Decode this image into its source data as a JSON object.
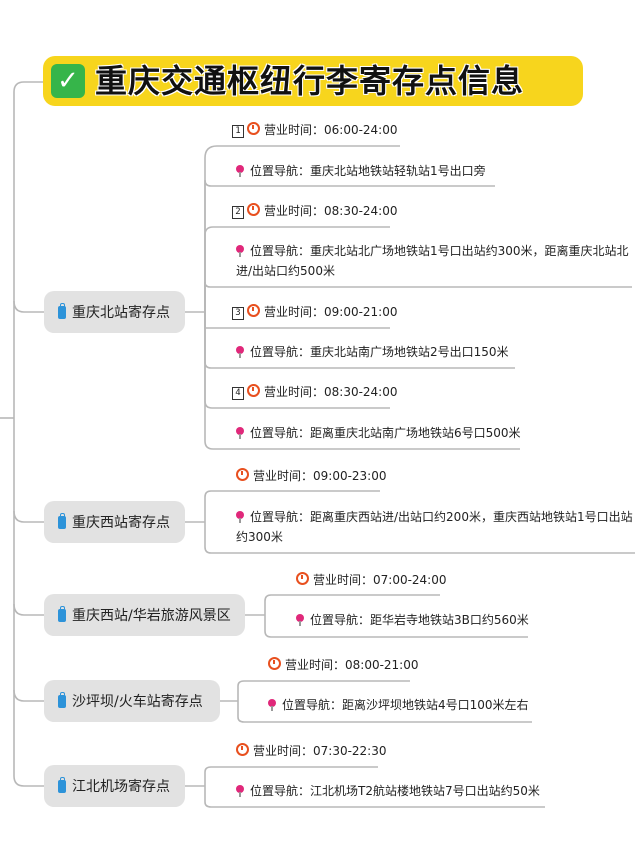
{
  "title": "重庆交通枢纽行李寄存点信息",
  "icons": {
    "title": "check-icon",
    "node": "luggage-icon",
    "hours": "alarm-clock-icon",
    "location": "pin-icon"
  },
  "colors": {
    "title_bg": "#f7d51d",
    "check": "#36b54a",
    "node_bg": "#e2e2e2",
    "clock": "#e8501f",
    "pin": "#e0287a",
    "bag": "#2d93d9"
  },
  "nodes": [
    {
      "label": "重庆北站寄存点"
    },
    {
      "label": "重庆西站寄存点"
    },
    {
      "label": "重庆西站/华岩旅游风景区"
    },
    {
      "label": "沙坪坝/火车站寄存点"
    },
    {
      "label": "江北机场寄存点"
    }
  ],
  "leaves": {
    "n1": [
      {
        "num": "1",
        "text": "营业时间：06:00-24:00"
      },
      {
        "text": "位置导航：重庆北站地铁站轻轨站1号出口旁"
      },
      {
        "num": "2",
        "text": "营业时间：08:30-24:00"
      },
      {
        "text": "位置导航：重庆北站北广场地铁站1号口出站约300米，距离重庆北站北进/出站口约500米"
      },
      {
        "num": "3",
        "text": "营业时间：09:00-21:00"
      },
      {
        "text": "位置导航：重庆北站南广场地铁站2号出口150米"
      },
      {
        "num": "4",
        "text": "营业时间：08:30-24:00"
      },
      {
        "text": "位置导航：距离重庆北站南广场地铁站6号口500米"
      }
    ],
    "n2": [
      {
        "text": "营业时间：09:00-23:00"
      },
      {
        "text": "位置导航：距离重庆西站进/出站口约200米，重庆西站地铁站1号口出站约300米"
      }
    ],
    "n3": [
      {
        "text": "营业时间：07:00-24:00"
      },
      {
        "text": "位置导航：距华岩寺地铁站3B口约560米"
      }
    ],
    "n4": [
      {
        "text": "营业时间：08:00-21:00"
      },
      {
        "text": "位置导航：距离沙坪坝地铁站4号口100米左右"
      }
    ],
    "n5": [
      {
        "text": "营业时间：07:30-22:30"
      },
      {
        "text": "位置导航：江北机场T2航站楼地铁站7号口出站约50米"
      }
    ]
  }
}
